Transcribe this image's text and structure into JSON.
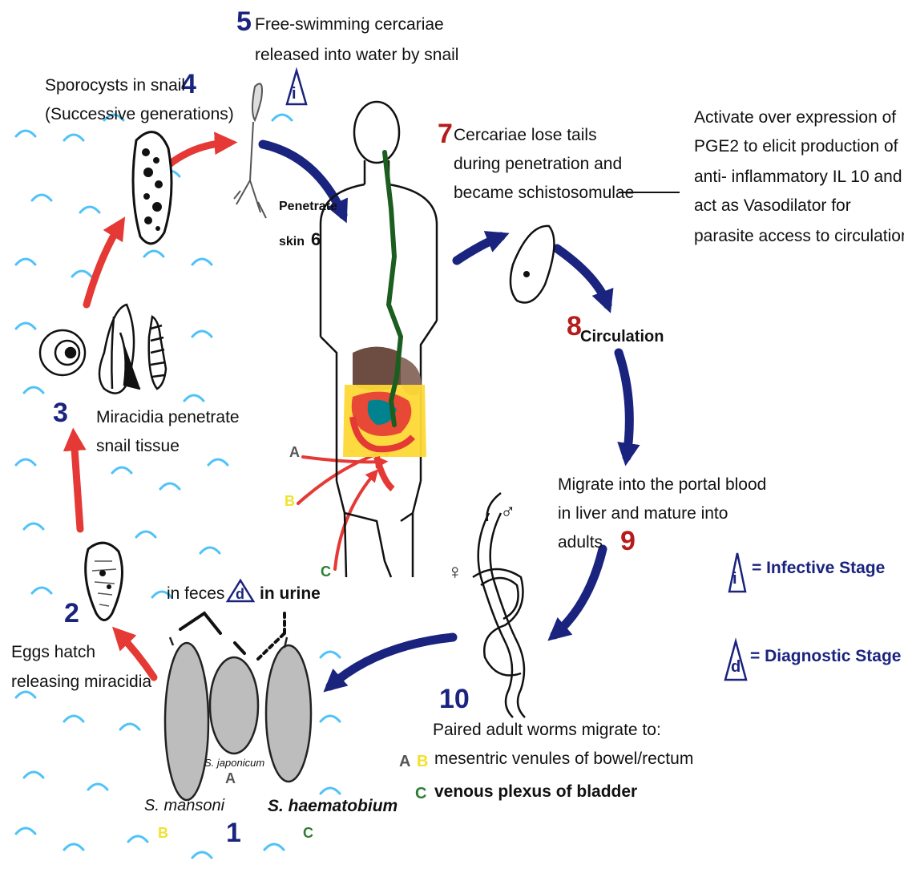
{
  "colors": {
    "progression_arrow": "#e53935",
    "human_cycle_arrow": "#1a237e",
    "water_waves": "#29b6f6",
    "step_number_blue": "#1a237e",
    "step_number_red": "#b71c1c",
    "route_A": "#555555",
    "route_B": "#f2e22c",
    "route_C": "#2e7d32"
  },
  "icons": [
    "infective-stage-icon",
    "diagnostic-stage-icon",
    "snail-icon",
    "sporocyst-icon",
    "cercaria-icon",
    "human-body-icon",
    "egg-icon",
    "miracidium-icon",
    "adult-worm-pair-icon",
    "schistosomula-icon"
  ],
  "steps": {
    "s1": {
      "number": "1"
    },
    "s2": {
      "number": "2",
      "label_line1": "Eggs hatch",
      "label_line2": "releasing miracidia"
    },
    "s3": {
      "number": "3",
      "label_line1": "Miracidia penetrate",
      "label_line2": "snail tissue"
    },
    "s4": {
      "number": "4",
      "label_line1": "Sporocysts in snail",
      "label_line2": "(Successive generations)"
    },
    "s5": {
      "number": "5",
      "label_line1": "Free-swimming cercariae",
      "label_line2": "released into water by snail"
    },
    "s6": {
      "number": "6",
      "label_line1": "Penetrate",
      "label_line2": "skin"
    },
    "s7": {
      "number": "7",
      "label_line1": "Cercariae lose tails",
      "label_line2": "during penetration and",
      "label_line3": "became schistosomulae"
    },
    "s8": {
      "number": "8",
      "label": "Circulation"
    },
    "s9": {
      "number": "9",
      "label_line1": "Migrate into the portal blood",
      "label_line2": "in liver and mature into",
      "label_line3": "adults"
    },
    "s10": {
      "number": "10",
      "label": "Paired adult worms migrate to:"
    }
  },
  "note": {
    "line1": "Activate over expression of",
    "line2": "PGE2 to elicit production of",
    "line3": "anti- inflammatory IL 10 and",
    "line4": "act as Vasodilator for",
    "line5": "parasite access to circulation"
  },
  "eggs": {
    "in_feces": "in feces",
    "in_urine": "in urine",
    "mansoni": "S. mansoni",
    "japonicum": "S. japonicum",
    "haematobium": "S. haematobium"
  },
  "routes": {
    "A": "A",
    "B": "B",
    "C": "C",
    "ab_text": "mesentric venules of bowel/rectum",
    "c_text": "venous plexus of bladder"
  },
  "legend": {
    "infective_symbol": "i",
    "infective_label": "= Infective Stage",
    "diagnostic_symbol": "d",
    "diagnostic_label": "= Diagnostic Stage"
  },
  "worm_symbols": {
    "male": "♂",
    "female": "♀"
  }
}
